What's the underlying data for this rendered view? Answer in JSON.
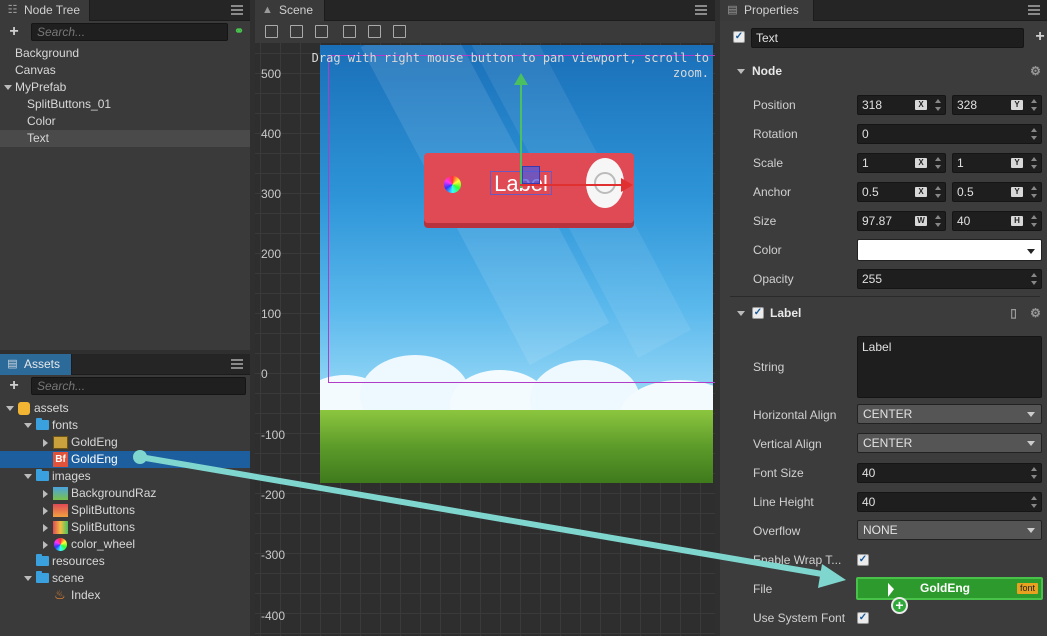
{
  "node_tree": {
    "tab_label": "Node Tree",
    "search_placeholder": "Search...",
    "items": [
      {
        "label": "Background"
      },
      {
        "label": "Canvas"
      },
      {
        "label": "MyPrefab"
      },
      {
        "label": "SplitButtons_01"
      },
      {
        "label": "Color"
      },
      {
        "label": "Text"
      }
    ]
  },
  "assets": {
    "tab_label": "Assets",
    "search_placeholder": "Search...",
    "items": [
      {
        "label": "assets"
      },
      {
        "label": "fonts"
      },
      {
        "label": "GoldEng"
      },
      {
        "label": "GoldEng",
        "badge": "Bf"
      },
      {
        "label": "images"
      },
      {
        "label": "BackgroundRaz"
      },
      {
        "label": "SplitButtons"
      },
      {
        "label": "SplitButtons"
      },
      {
        "label": "color_wheel"
      },
      {
        "label": "resources"
      },
      {
        "label": "scene"
      },
      {
        "label": "Index"
      }
    ]
  },
  "scene": {
    "tab_label": "Scene",
    "hint": "Drag with right mouse button to pan viewport, scroll to zoom.",
    "ruler": [
      "500",
      "400",
      "300",
      "200",
      "100",
      "0",
      "-100",
      "-200",
      "-300",
      "-400"
    ],
    "label_text": "Label"
  },
  "properties": {
    "tab_label": "Properties",
    "node_name": "Text",
    "node_section": "Node",
    "position": {
      "label": "Position",
      "x": "318",
      "y": "328"
    },
    "rotation": {
      "label": "Rotation",
      "value": "0"
    },
    "scale": {
      "label": "Scale",
      "x": "1",
      "y": "1"
    },
    "anchor": {
      "label": "Anchor",
      "x": "0.5",
      "y": "0.5"
    },
    "size": {
      "label": "Size",
      "w": "97.87",
      "h": "40"
    },
    "color": {
      "label": "Color",
      "value": "#ffffff"
    },
    "opacity": {
      "label": "Opacity",
      "value": "255"
    },
    "label_section": "Label",
    "string": {
      "label": "String",
      "value": "Label"
    },
    "h_align": {
      "label": "Horizontal Align",
      "value": "CENTER"
    },
    "v_align": {
      "label": "Vertical Align",
      "value": "CENTER"
    },
    "font_size": {
      "label": "Font Size",
      "value": "40"
    },
    "line_height": {
      "label": "Line Height",
      "value": "40"
    },
    "overflow": {
      "label": "Overflow",
      "value": "NONE"
    },
    "wrap": {
      "label": "Enable Wrap T..."
    },
    "file": {
      "label": "File",
      "value": "GoldEng",
      "tag": "font"
    },
    "system_font": {
      "label": "Use System Font"
    }
  },
  "axis_letters": {
    "x": "X",
    "y": "Y",
    "w": "W",
    "h": "H"
  },
  "colors": {
    "accent": "#2c6a9a",
    "selection": "#1d5f9e",
    "drag_arrow": "#7fd6cf",
    "drop_target": "#2d9a2d",
    "button_red": "#e04a55"
  }
}
